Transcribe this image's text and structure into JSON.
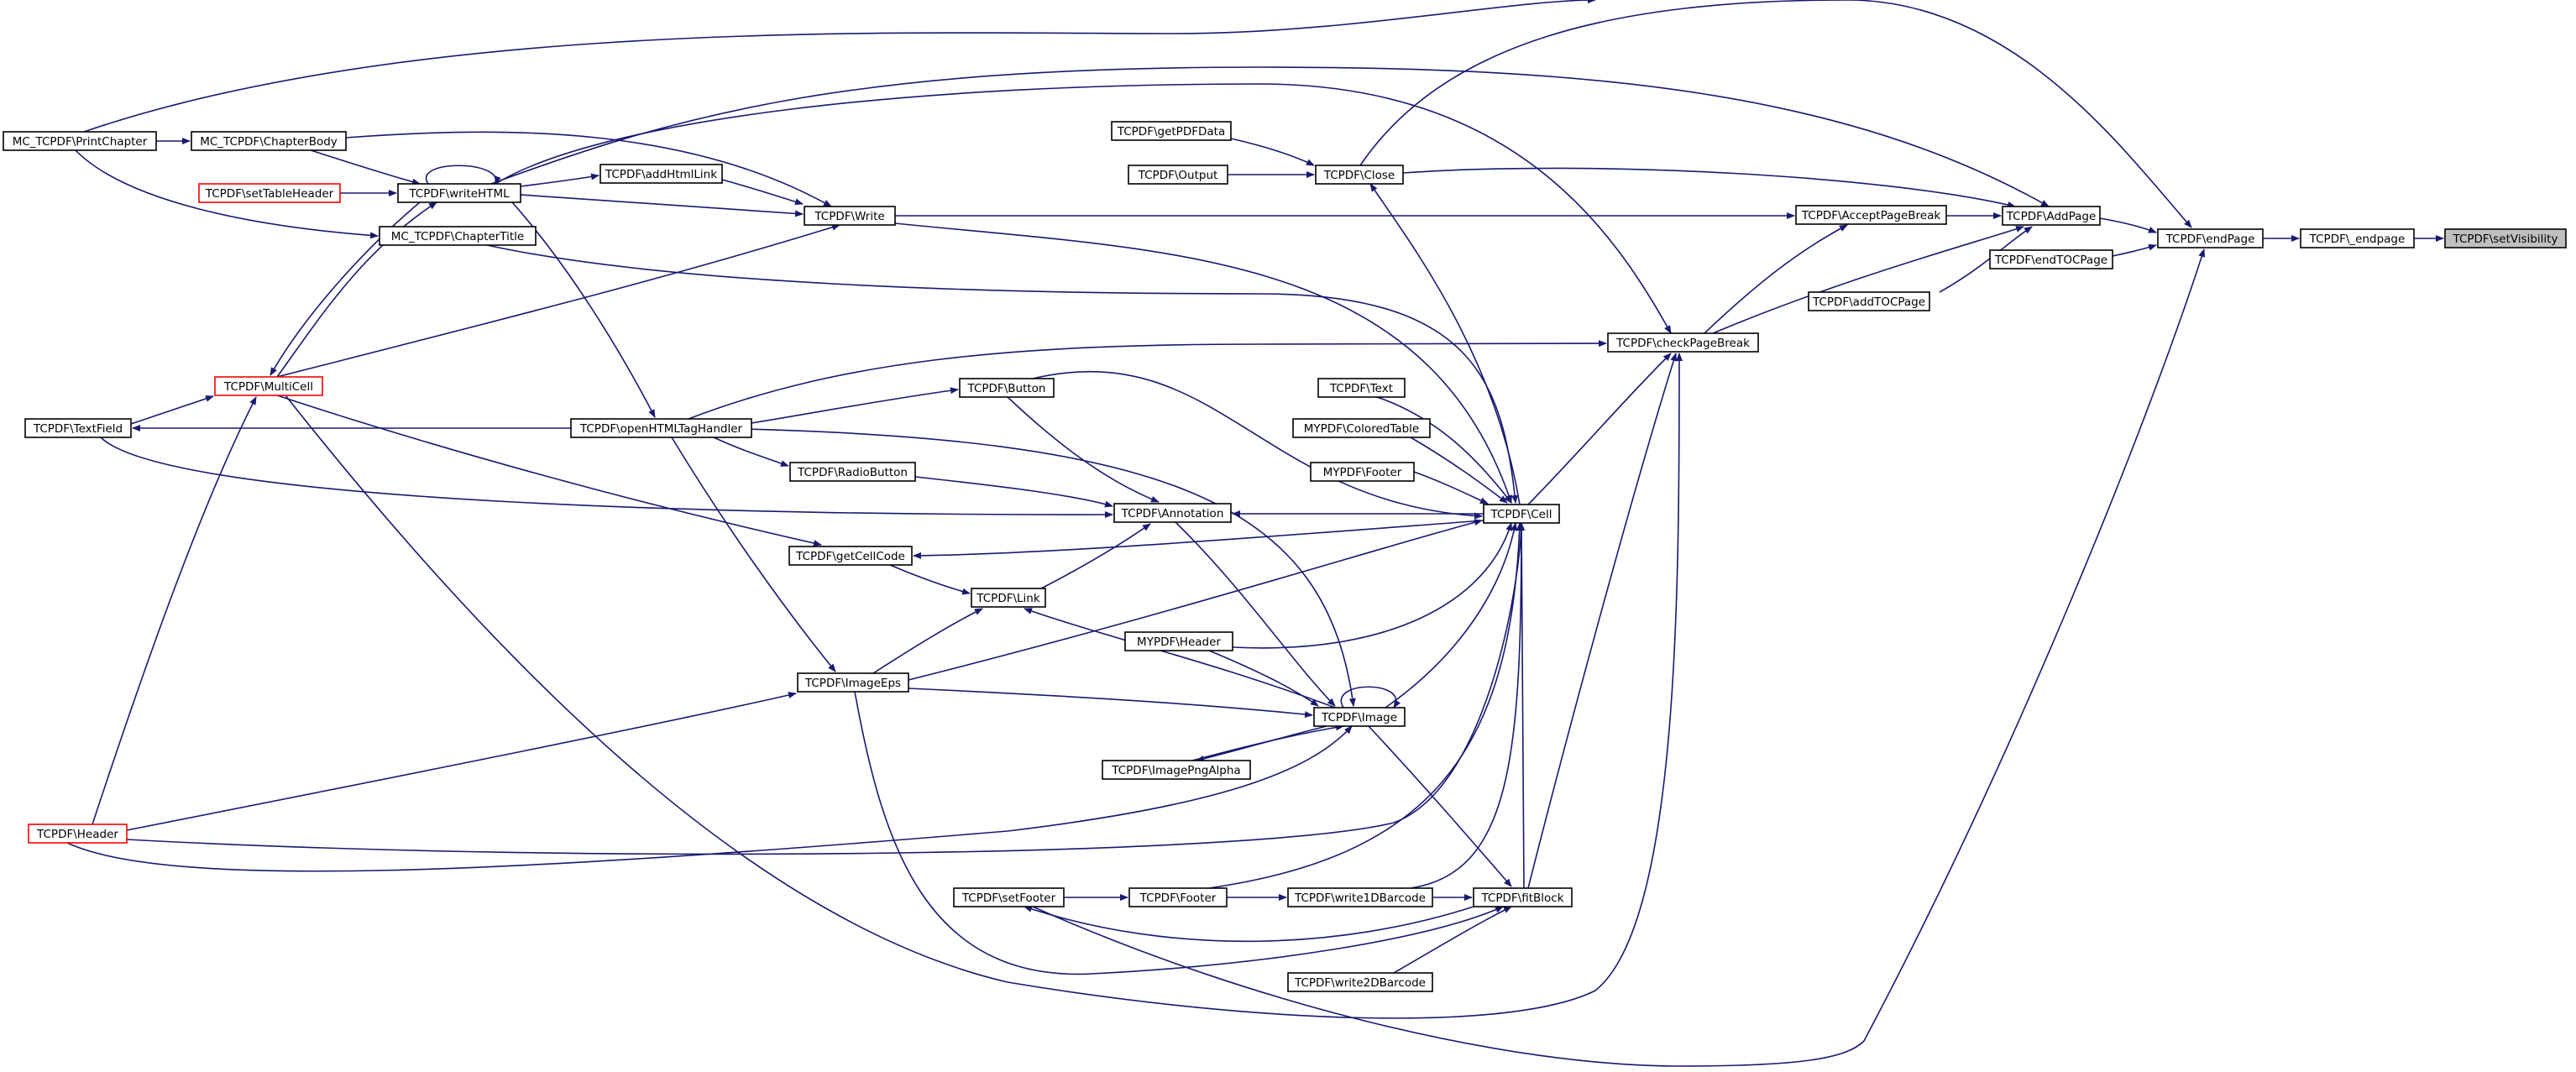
{
  "nodes": [
    {
      "id": "setVisibility",
      "label": "TCPDF\\setVisibility",
      "style": "gray"
    },
    {
      "id": "_endpage",
      "label": "TCPDF\\_endpage",
      "style": "normal"
    },
    {
      "id": "endPage",
      "label": "TCPDF\\endPage",
      "style": "normal"
    },
    {
      "id": "endTOCPage",
      "label": "TCPDF\\endTOCPage",
      "style": "normal"
    },
    {
      "id": "AddPage",
      "label": "TCPDF\\AddPage",
      "style": "normal"
    },
    {
      "id": "addTOCPage",
      "label": "TCPDF\\addTOCPage",
      "style": "normal"
    },
    {
      "id": "AcceptPageBreak",
      "label": "TCPDF\\AcceptPageBreak",
      "style": "normal"
    },
    {
      "id": "checkPageBreak",
      "label": "TCPDF\\checkPageBreak",
      "style": "normal"
    },
    {
      "id": "Close",
      "label": "TCPDF\\Close",
      "style": "normal"
    },
    {
      "id": "getPDFData",
      "label": "TCPDF\\getPDFData",
      "style": "normal"
    },
    {
      "id": "Output",
      "label": "TCPDF\\Output",
      "style": "normal"
    },
    {
      "id": "Write",
      "label": "TCPDF\\Write",
      "style": "normal"
    },
    {
      "id": "addHtmlLink",
      "label": "TCPDF\\addHtmlLink",
      "style": "normal"
    },
    {
      "id": "writeHTML",
      "label": "TCPDF\\writeHTML",
      "style": "normal"
    },
    {
      "id": "setTableHeader",
      "label": "TCPDF\\setTableHeader",
      "style": "red"
    },
    {
      "id": "ChapterBody",
      "label": "MC_TCPDF\\ChapterBody",
      "style": "normal"
    },
    {
      "id": "PrintChapter",
      "label": "MC_TCPDF\\PrintChapter",
      "style": "normal"
    },
    {
      "id": "ChapterTitle",
      "label": "MC_TCPDF\\ChapterTitle",
      "style": "normal"
    },
    {
      "id": "MultiCell",
      "label": "TCPDF\\MultiCell",
      "style": "red"
    },
    {
      "id": "TextField",
      "label": "TCPDF\\TextField",
      "style": "normal"
    },
    {
      "id": "openHTMLTagHandler",
      "label": "TCPDF\\openHTMLTagHandler",
      "style": "normal"
    },
    {
      "id": "Button",
      "label": "TCPDF\\Button",
      "style": "normal"
    },
    {
      "id": "RadioButton",
      "label": "TCPDF\\RadioButton",
      "style": "normal"
    },
    {
      "id": "Annotation",
      "label": "TCPDF\\Annotation",
      "style": "normal"
    },
    {
      "id": "getCellCode",
      "label": "TCPDF\\getCellCode",
      "style": "normal"
    },
    {
      "id": "Link",
      "label": "TCPDF\\Link",
      "style": "normal"
    },
    {
      "id": "ImageEps",
      "label": "TCPDF\\ImageEps",
      "style": "normal"
    },
    {
      "id": "Text",
      "label": "TCPDF\\Text",
      "style": "normal"
    },
    {
      "id": "ColoredTable",
      "label": "MYPDF\\ColoredTable",
      "style": "normal"
    },
    {
      "id": "MYFooter",
      "label": "MYPDF\\Footer",
      "style": "normal"
    },
    {
      "id": "Cell",
      "label": "TCPDF\\Cell",
      "style": "normal"
    },
    {
      "id": "MYHeader",
      "label": "MYPDF\\Header",
      "style": "normal"
    },
    {
      "id": "Image",
      "label": "TCPDF\\Image",
      "style": "normal"
    },
    {
      "id": "ImagePngAlpha",
      "label": "TCPDF\\ImagePngAlpha",
      "style": "normal"
    },
    {
      "id": "Header",
      "label": "TCPDF\\Header",
      "style": "red"
    },
    {
      "id": "setFooter",
      "label": "TCPDF\\setFooter",
      "style": "normal"
    },
    {
      "id": "Footer",
      "label": "TCPDF\\Footer",
      "style": "normal"
    },
    {
      "id": "write1DBarcode",
      "label": "TCPDF\\write1DBarcode",
      "style": "normal"
    },
    {
      "id": "fitBlock",
      "label": "TCPDF\\fitBlock",
      "style": "normal"
    },
    {
      "id": "write2DBarcode",
      "label": "TCPDF\\write2DBarcode",
      "style": "normal"
    }
  ],
  "edges": [
    [
      "_endpage",
      "setVisibility"
    ],
    [
      "endPage",
      "_endpage"
    ],
    [
      "endTOCPage",
      "endPage"
    ],
    [
      "AddPage",
      "endPage"
    ],
    [
      "Close",
      "endPage"
    ],
    [
      "setFooter",
      "endPage"
    ],
    [
      "PrintChapter",
      "endPage"
    ],
    [
      "AcceptPageBreak",
      "AddPage"
    ],
    [
      "addTOCPage",
      "AddPage"
    ],
    [
      "checkPageBreak",
      "AddPage"
    ],
    [
      "Close",
      "AddPage"
    ],
    [
      "writeHTML",
      "AddPage"
    ],
    [
      "checkPageBreak",
      "AcceptPageBreak"
    ],
    [
      "Write",
      "AcceptPageBreak"
    ],
    [
      "Cell",
      "checkPageBreak"
    ],
    [
      "openHTMLTagHandler",
      "checkPageBreak"
    ],
    [
      "fitBlock",
      "checkPageBreak"
    ],
    [
      "writeHTML",
      "checkPageBreak"
    ],
    [
      "MultiCell",
      "checkPageBreak"
    ],
    [
      "getPDFData",
      "Close"
    ],
    [
      "Output",
      "Close"
    ],
    [
      "Cell",
      "Close"
    ],
    [
      "addHtmlLink",
      "Write"
    ],
    [
      "writeHTML",
      "Write"
    ],
    [
      "ChapterBody",
      "Write"
    ],
    [
      "MultiCell",
      "Write"
    ],
    [
      "writeHTML",
      "addHtmlLink"
    ],
    [
      "ChapterBody",
      "writeHTML"
    ],
    [
      "setTableHeader",
      "writeHTML"
    ],
    [
      "writeHTML",
      "writeHTML"
    ],
    [
      "MultiCell",
      "writeHTML"
    ],
    [
      "PrintChapter",
      "ChapterBody"
    ],
    [
      "PrintChapter",
      "ChapterTitle"
    ],
    [
      "writeHTML",
      "MultiCell"
    ],
    [
      "TextField",
      "MultiCell"
    ],
    [
      "Header",
      "MultiCell"
    ],
    [
      "openHTMLTagHandler",
      "TextField"
    ],
    [
      "writeHTML",
      "openHTMLTagHandler"
    ],
    [
      "openHTMLTagHandler",
      "Button"
    ],
    [
      "openHTMLTagHandler",
      "RadioButton"
    ],
    [
      "Button",
      "Annotation"
    ],
    [
      "RadioButton",
      "Annotation"
    ],
    [
      "TextField",
      "Annotation"
    ],
    [
      "Cell",
      "Annotation"
    ],
    [
      "Link",
      "Annotation"
    ],
    [
      "Cell",
      "getCellCode"
    ],
    [
      "MultiCell",
      "getCellCode"
    ],
    [
      "getCellCode",
      "Link"
    ],
    [
      "ImageEps",
      "Link"
    ],
    [
      "Image",
      "Link"
    ],
    [
      "openHTMLTagHandler",
      "ImageEps"
    ],
    [
      "Header",
      "ImageEps"
    ],
    [
      "Write",
      "Cell"
    ],
    [
      "ChapterTitle",
      "Cell"
    ],
    [
      "Text",
      "Cell"
    ],
    [
      "ColoredTable",
      "Cell"
    ],
    [
      "MYFooter",
      "Cell"
    ],
    [
      "Button",
      "Cell"
    ],
    [
      "MYHeader",
      "Cell"
    ],
    [
      "Image",
      "Cell"
    ],
    [
      "ImageEps",
      "Cell"
    ],
    [
      "fitBlock",
      "Cell"
    ],
    [
      "write1DBarcode",
      "Cell"
    ],
    [
      "Footer",
      "Cell"
    ],
    [
      "Header",
      "Cell"
    ],
    [
      "Annotation",
      "Image"
    ],
    [
      "MYHeader",
      "Image"
    ],
    [
      "ImageEps",
      "Image"
    ],
    [
      "ImagePngAlpha",
      "Image"
    ],
    [
      "openHTMLTagHandler",
      "Image"
    ],
    [
      "Header",
      "Image"
    ],
    [
      "Image",
      "Image"
    ],
    [
      "Image",
      "ImagePngAlpha"
    ],
    [
      "Image",
      "fitBlock"
    ],
    [
      "write1DBarcode",
      "fitBlock"
    ],
    [
      "write2DBarcode",
      "fitBlock"
    ],
    [
      "ImageEps",
      "fitBlock"
    ],
    [
      "Footer",
      "write1DBarcode"
    ],
    [
      "setFooter",
      "Footer"
    ],
    [
      "fitBlock",
      "setFooter"
    ]
  ]
}
